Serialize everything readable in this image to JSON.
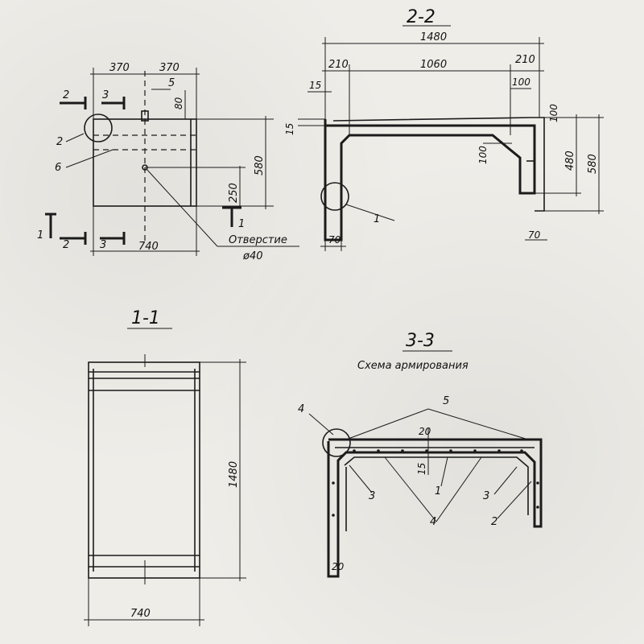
{
  "views": {
    "plan": {
      "dims": {
        "left_half": "370",
        "right_half": "370",
        "overall_width": "740",
        "height": "580",
        "hole_offset": "250",
        "lug": "80"
      },
      "callouts": {
        "c2": "2",
        "c6": "6",
        "c5": "5"
      },
      "section_marks": {
        "s2": "2",
        "s3": "3",
        "s1": "1"
      },
      "hole_label": "Отверстие",
      "hole_dia": "ø40"
    },
    "section_2_2": {
      "title": "2-2",
      "dims": {
        "overall": "1480",
        "left": "210",
        "middle": "1060",
        "right": "210",
        "top_15": "15",
        "side_15": "15",
        "d100a": "100",
        "d100b": "100",
        "d100c": "100",
        "inner_480": "480",
        "outer_580": "580",
        "foot_left": "70",
        "foot_right": "70"
      },
      "callout": "1"
    },
    "section_1_1": {
      "title": "1-1",
      "dims": {
        "length": "1480",
        "width": "740"
      }
    },
    "section_3_3": {
      "title": "3-3",
      "subtitle": "Схема армирования",
      "dims": {
        "d20a": "20",
        "d15": "15",
        "d20b": "20"
      },
      "callouts": {
        "c4a": "4",
        "c5": "5",
        "c3a": "3",
        "c1": "1",
        "c3b": "3",
        "c4b": "4",
        "c2": "2"
      }
    }
  }
}
